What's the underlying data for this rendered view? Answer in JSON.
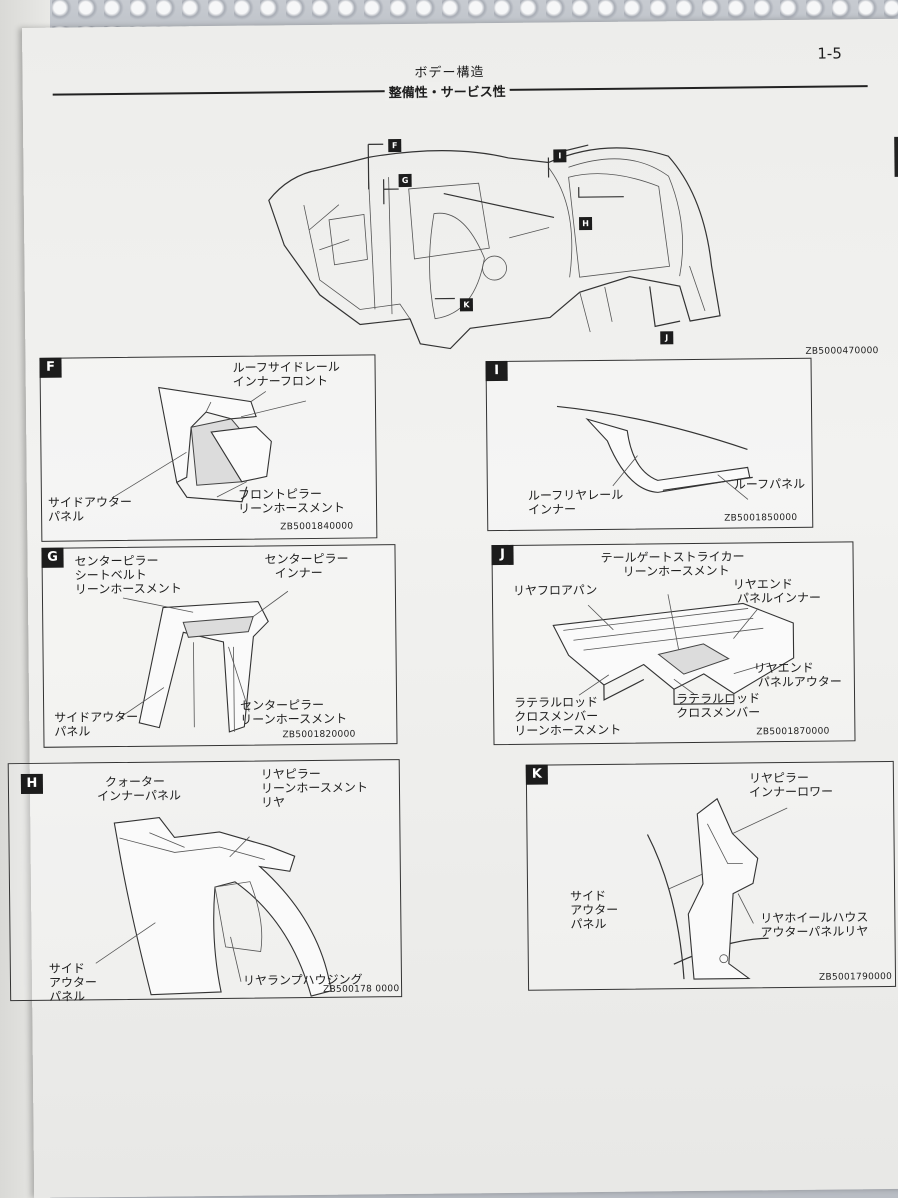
{
  "header": {
    "chapter_title": "ボデー構造",
    "section_title": "整備性・サービス性",
    "page_number": "1-5"
  },
  "main_figure": {
    "code": "ZB5000470000",
    "callouts": [
      "F",
      "G",
      "I",
      "H",
      "K",
      "J"
    ]
  },
  "panels": {
    "F": {
      "tag": "F",
      "labels": [
        "ルーフサイドレール",
        "インナーフロント",
        "サイドアウター",
        "パネル",
        "フロントピラー",
        "リーンホースメント"
      ],
      "code": "ZB5001840000"
    },
    "I": {
      "tag": "I",
      "labels": [
        "ルーフリヤレール",
        "インナー",
        "ルーフパネル"
      ],
      "code": "ZB5001850000"
    },
    "G": {
      "tag": "G",
      "labels": [
        "センターピラー",
        "シートベルト",
        "リーンホースメント",
        "センターピラー",
        "インナー",
        "サイドアウター",
        "パネル",
        "センターピラー",
        "リーンホースメント"
      ],
      "code": "ZB5001820000"
    },
    "J": {
      "tag": "J",
      "labels": [
        "テールゲートストライカー",
        "リーンホースメント",
        "リヤフロアパン",
        "リヤエンド",
        "パネルインナー",
        "リヤエンド",
        "パネルアウター",
        "ラテラルロッド",
        "クロスメンバー",
        "リーンホースメント",
        "ラテラルロッド",
        "クロスメンバー"
      ],
      "code": "ZB5001870000"
    },
    "H": {
      "tag": "H",
      "labels": [
        "クォーター",
        "インナーパネル",
        "リヤピラー",
        "リーンホースメント",
        "リヤ",
        "サイド",
        "アウター",
        "パネル",
        "リヤランプハウジング"
      ],
      "code": "ZB500178 0000"
    },
    "K": {
      "tag": "K",
      "labels": [
        "リヤピラー",
        "インナーロワー",
        "サイド",
        "アウター",
        "パネル",
        "リヤホイールハウス",
        "アウターパネルリヤ"
      ],
      "code": "ZB5001790000"
    }
  }
}
